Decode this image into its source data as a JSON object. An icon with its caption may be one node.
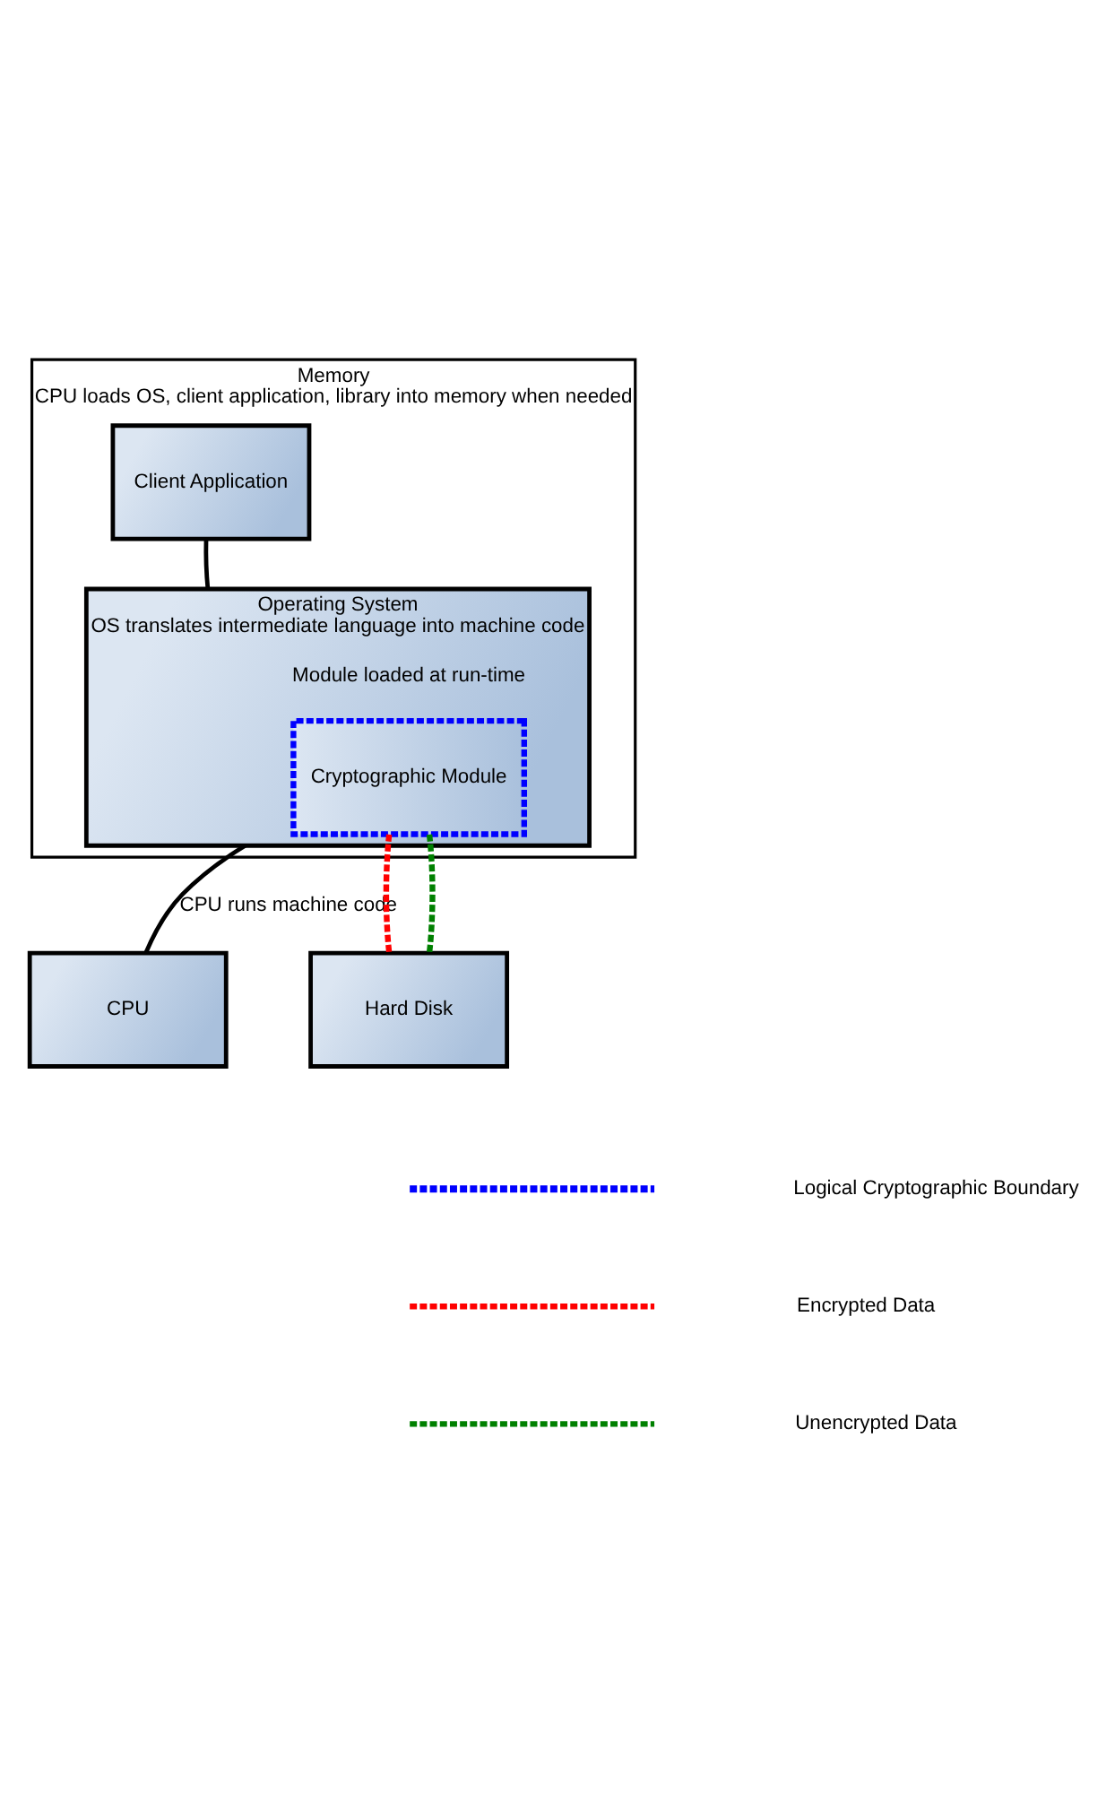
{
  "diagram": {
    "nodes": [
      {
        "text": [
          "Memory",
          "CPU loads OS, client application, library into memory when needed"
        ]
      },
      {
        "text": [
          "Client Application"
        ],
        "in": 0
      },
      {
        "text": [
          "Operating System",
          "OS translates intermediate language into machine code"
        ],
        "in": 0
      },
      {
        "text": [
          "Cryptographic Module"
        ],
        "in": 2,
        "beside": [
          "Module loaded at run-time"
        ]
      },
      {
        "text": [
          "CPU"
        ]
      },
      {
        "text": [
          "Hard Disk"
        ]
      }
    ],
    "edges": [
      {
        "from": 1,
        "to": 2,
        "arrow": "none"
      },
      {
        "from": 2,
        "to": 4,
        "arrow": "none",
        "label": "CPU runs machine code"
      },
      {
        "from": 3,
        "to": 5,
        "arrow": "none",
        "style": "dashed",
        "color": "#ff0000"
      },
      {
        "from": 3,
        "to": 5,
        "arrow": "none",
        "style": "dashed",
        "color": "#008000"
      }
    ],
    "legend": [
      {
        "text": "Logical Cryptographic Boundary"
      },
      {
        "text": "Encrypted Data"
      },
      {
        "text": "Unencrypted Data"
      }
    ]
  }
}
